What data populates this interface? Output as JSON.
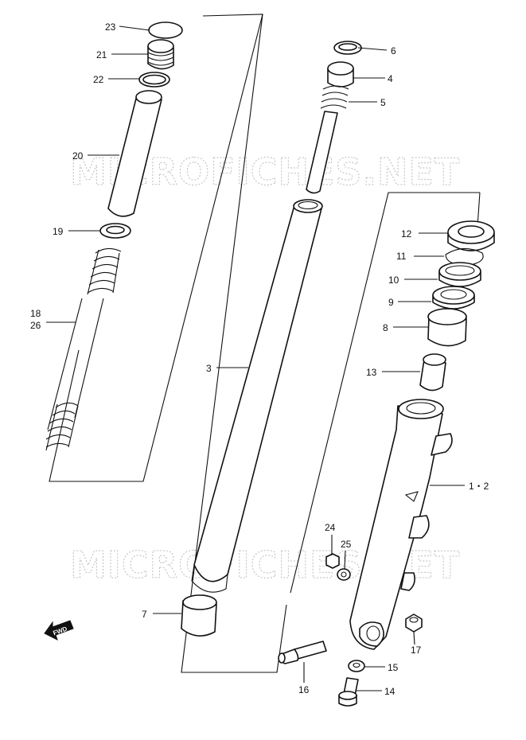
{
  "watermark": {
    "text": "MICROFICHES.NET"
  },
  "direction_badge": {
    "text": "FWD",
    "icon": "arrow-left-icon"
  },
  "callouts": [
    {
      "id": "23",
      "label": "23"
    },
    {
      "id": "21",
      "label": "21"
    },
    {
      "id": "22",
      "label": "22"
    },
    {
      "id": "20",
      "label": "20"
    },
    {
      "id": "19",
      "label": "19"
    },
    {
      "id": "18",
      "label": "18"
    },
    {
      "id": "26",
      "label": "26"
    },
    {
      "id": "3",
      "label": "3"
    },
    {
      "id": "6",
      "label": "6"
    },
    {
      "id": "4",
      "label": "4"
    },
    {
      "id": "5",
      "label": "5"
    },
    {
      "id": "12",
      "label": "12"
    },
    {
      "id": "11",
      "label": "11"
    },
    {
      "id": "10",
      "label": "10"
    },
    {
      "id": "9",
      "label": "9"
    },
    {
      "id": "8",
      "label": "8"
    },
    {
      "id": "13",
      "label": "13"
    },
    {
      "id": "1-2",
      "label": "1・2"
    },
    {
      "id": "24",
      "label": "24"
    },
    {
      "id": "25",
      "label": "25"
    },
    {
      "id": "7",
      "label": "7"
    },
    {
      "id": "17",
      "label": "17"
    },
    {
      "id": "15",
      "label": "15"
    },
    {
      "id": "16",
      "label": "16"
    },
    {
      "id": "14",
      "label": "14"
    }
  ]
}
